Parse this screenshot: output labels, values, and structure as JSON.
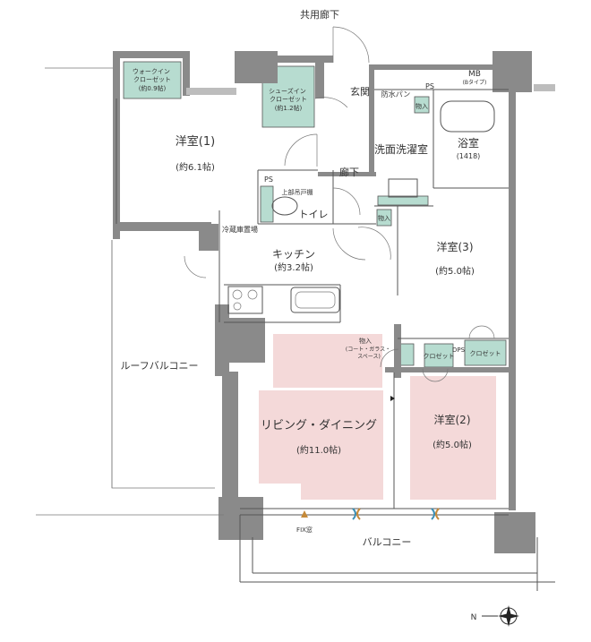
{
  "labels": {
    "corridor_shared": "共用廊下",
    "entrance": "玄関",
    "ps1": "PS",
    "mb": "MB",
    "mb_type": "(Bタイプ)",
    "waterproof_pan": "防水パン",
    "storage_small": "物入",
    "washroom": "洗面洗濯室",
    "bath": "浴室",
    "bath_size": "(1418)",
    "walkin_closet": "ウォークイン\nクローゼット",
    "walkin_size": "(約0.9帖)",
    "shoesin_closet": "シューズイン\nクローゼット",
    "shoesin_size": "(約1.2帖)",
    "western1": "洋室(1)",
    "western1_size": "(約6.1帖)",
    "hallway": "廊下",
    "ps2": "PS",
    "upper_shelf": "上部吊戸棚",
    "toilet": "トイレ",
    "fridge_space": "冷蔵庫置場",
    "storage_small2": "物入",
    "kitchen": "キッチン",
    "kitchen_size": "(約3.2帖)",
    "western3": "洋室(3)",
    "western3_size": "(約5.0帖)",
    "roof_balcony": "ルーフバルコニー",
    "storage_kotatsu": "物入",
    "storage_kotatsu_note": "(コート・ガラス・\nスペース)",
    "closet_a": "クロゼット",
    "dps": "DPS",
    "closet_b": "クロゼット",
    "living": "リビング・ダイニング",
    "living_size": "(約11.0帖)",
    "western2": "洋室(2)",
    "western2_size": "(約5.0帖)",
    "fix_window": "FIX窓",
    "balcony": "バルコニー",
    "north_mark": "N"
  },
  "colors": {
    "closet_fill": "#b7dcd0",
    "room_highlight": "#f4d9d9",
    "wall": "#8a8a8a"
  },
  "icons": [
    "compass-icon",
    "door-swing-icon",
    "stove-icon",
    "sink-icon",
    "bathtub-icon",
    "toilet-icon"
  ]
}
